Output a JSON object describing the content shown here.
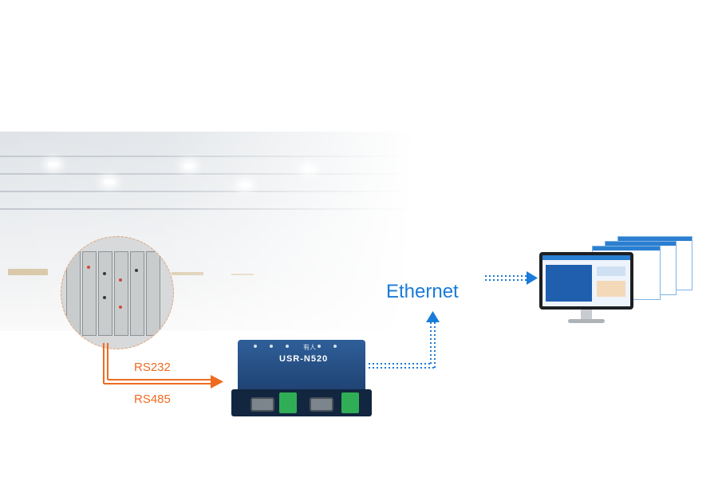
{
  "labels": {
    "rs232": "RS232",
    "rs485": "RS485",
    "ethernet": "Ethernet"
  },
  "device": {
    "brand": "USR-N520",
    "logo": "有人"
  },
  "colors": {
    "serial_arrow": "#ef6b20",
    "ethernet_arrow": "#1a7bd8",
    "device_blue": "#2f5f99"
  }
}
